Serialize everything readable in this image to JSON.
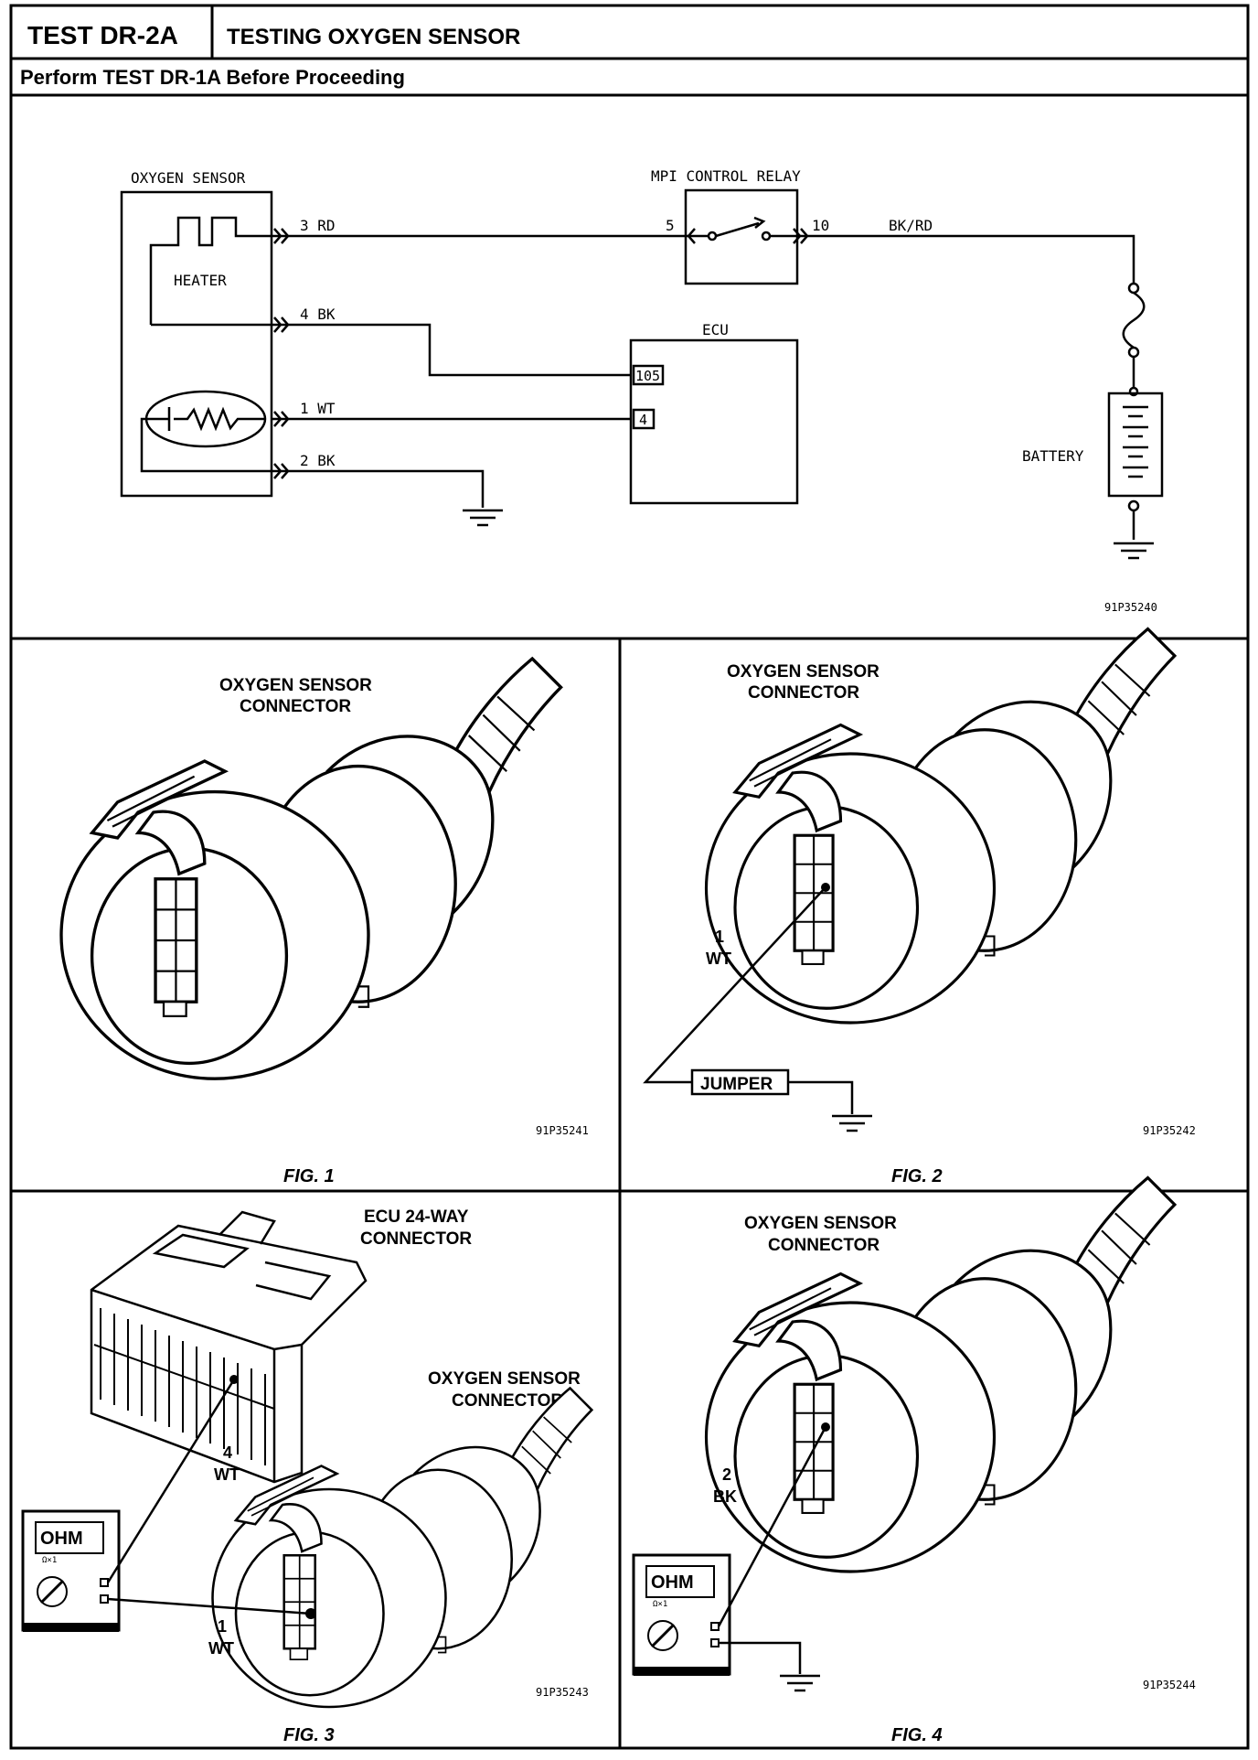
{
  "header": {
    "test_id": "TEST DR-2A",
    "title": "TESTING OXYGEN SENSOR",
    "precondition": "Perform TEST DR-1A Before Proceeding"
  },
  "schematic": {
    "oxygen_sensor_label": "OXYGEN SENSOR",
    "heater_label": "HEATER",
    "relay_label": "MPI CONTROL RELAY",
    "ecu_label": "ECU",
    "battery_label": "BATTERY",
    "wire_3": "3 RD",
    "wire_4": "4 BK",
    "wire_1": "1 WT",
    "wire_2": "2 BK",
    "relay_pin_in": "5",
    "relay_pin_out": "10",
    "relay_wire_out": "BK/RD",
    "ecu_pin_105": "105",
    "ecu_pin_4": "4",
    "ref": "91P35240"
  },
  "fig1": {
    "connector_line1": "OXYGEN SENSOR",
    "connector_line2": "CONNECTOR",
    "ref": "91P35241",
    "caption": "FIG. 1"
  },
  "fig2": {
    "connector_line1": "OXYGEN SENSOR",
    "connector_line2": "CONNECTOR",
    "pin_num": "1",
    "pin_color": "WT",
    "jumper_label": "JUMPER",
    "ref": "91P35242",
    "caption": "FIG. 2"
  },
  "fig3": {
    "ecu_conn_line1": "ECU 24-WAY",
    "ecu_conn_line2": "CONNECTOR",
    "sensor_conn_line1": "OXYGEN SENSOR",
    "sensor_conn_line2": "CONNECTOR",
    "ecu_pin_num": "4",
    "ecu_pin_color": "WT",
    "sensor_pin_num": "1",
    "sensor_pin_color": "WT",
    "meter_display": "OHM",
    "meter_range": "Ω×1",
    "ref": "91P35243",
    "caption": "FIG. 3"
  },
  "fig4": {
    "connector_line1": "OXYGEN SENSOR",
    "connector_line2": "CONNECTOR",
    "pin_num": "2",
    "pin_color": "BK",
    "meter_display": "OHM",
    "meter_range": "Ω×1",
    "ref": "91P35244",
    "caption": "FIG. 4"
  }
}
